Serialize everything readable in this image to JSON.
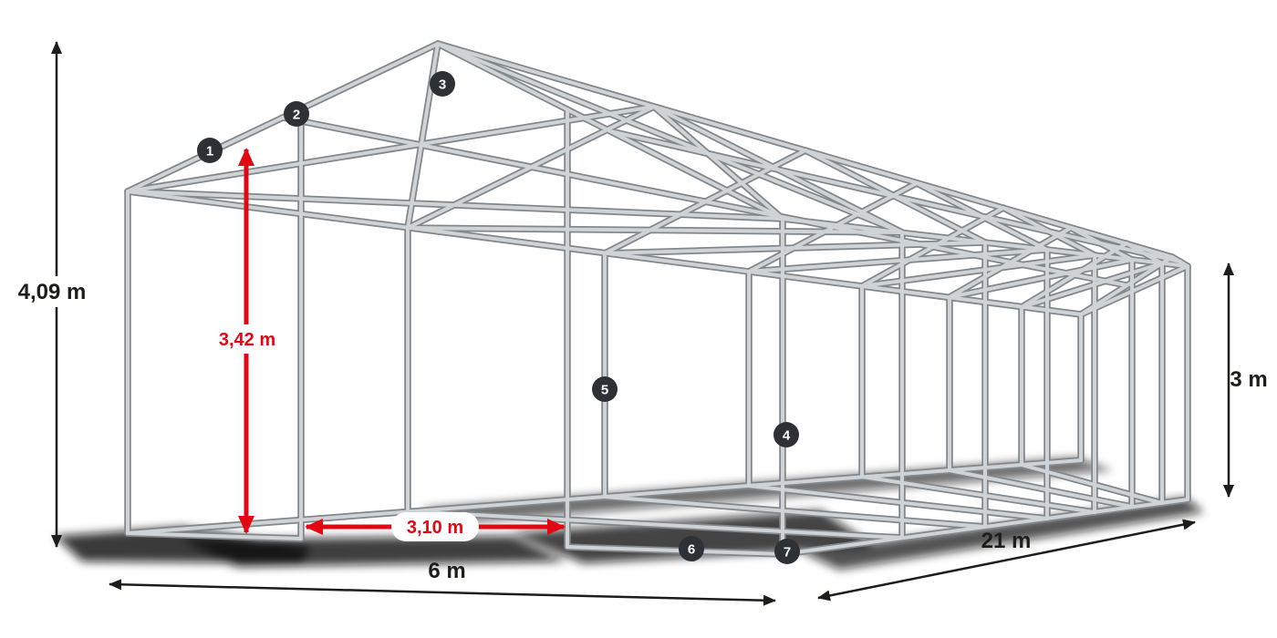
{
  "dimensions": {
    "total_height": "4,09 m",
    "entrance_height": "3,42 m",
    "entrance_width": "3,10 m",
    "width": "6 m",
    "length": "21 m",
    "side_height": "3 m"
  },
  "markers": [
    "1",
    "2",
    "3",
    "4",
    "5",
    "6",
    "7"
  ],
  "colors": {
    "accent_red": "#e30613",
    "dimension_text": "#1d1d1b",
    "marker_background": "#2d3135",
    "marker_text": "#ffffff",
    "tube_light": "#cfd3d5",
    "tube_dark": "#81878b"
  }
}
